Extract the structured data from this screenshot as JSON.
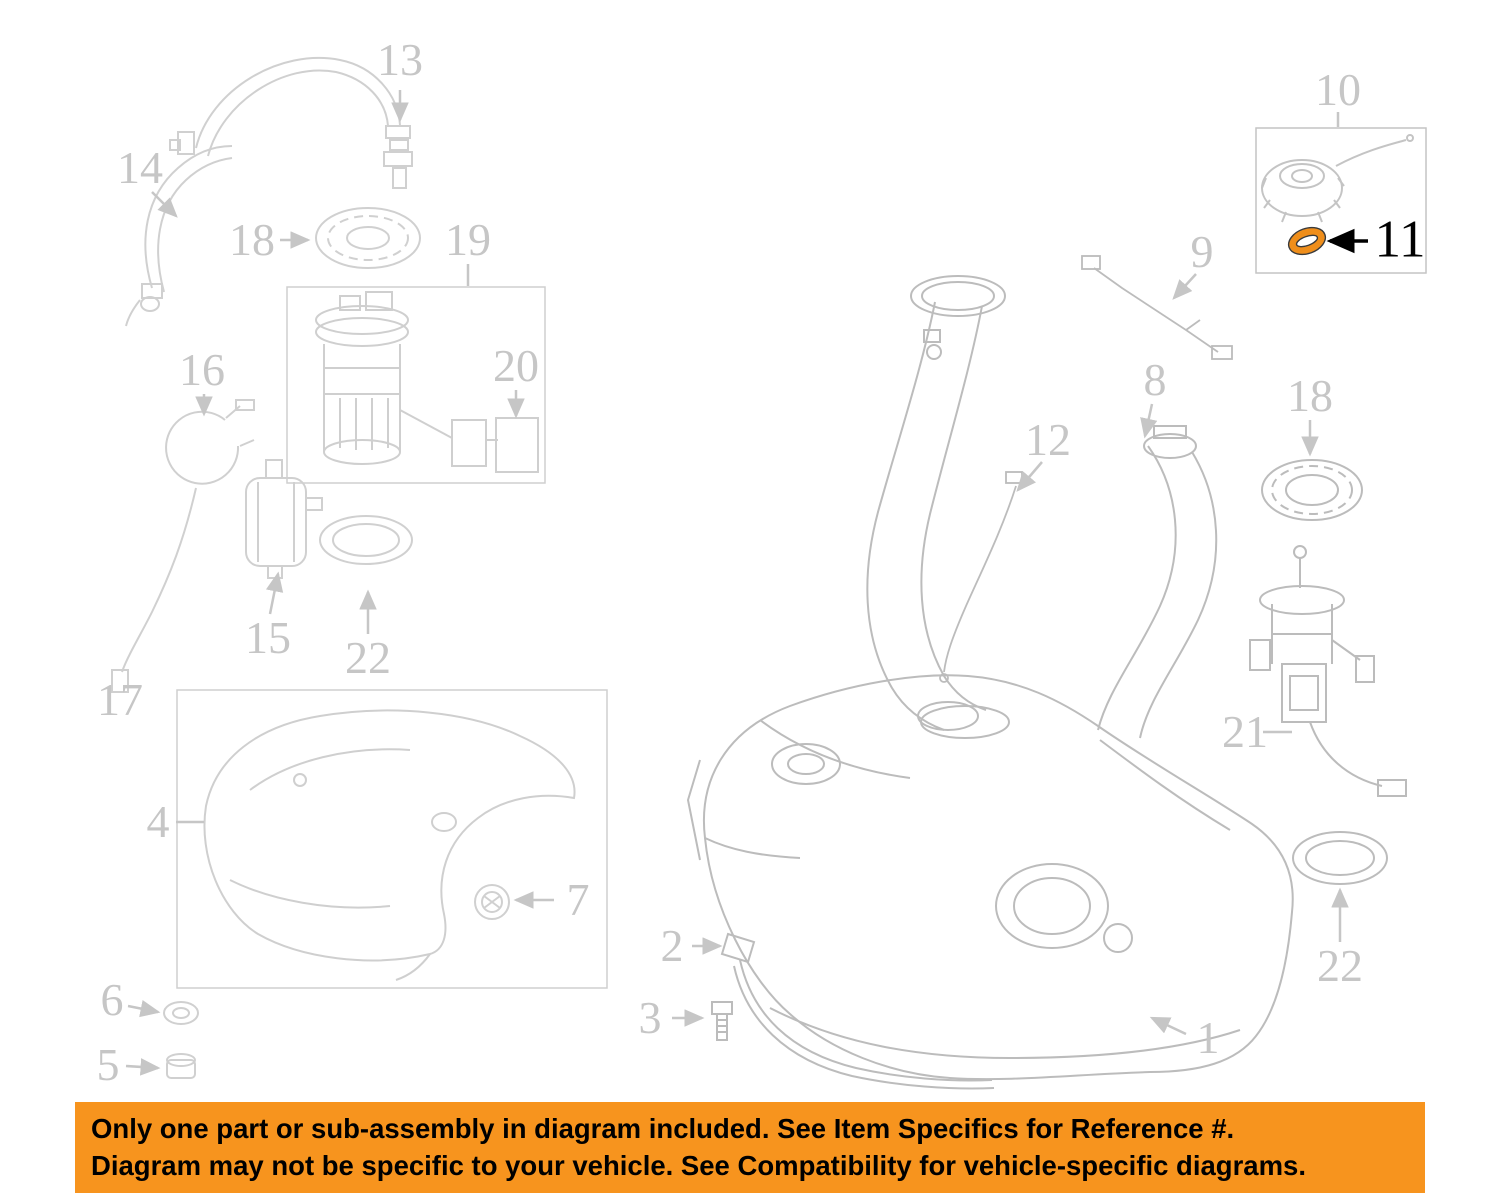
{
  "banner": {
    "line1": "Only one part or sub-assembly in diagram included. See Item Specifics for Reference #.",
    "line2": "Diagram may not be specific to your vehicle. See Compatibility for vehicle-specific diagrams.",
    "bg_color": "#f7941e",
    "text_color": "#000000"
  },
  "highlighted_part": {
    "label": "11",
    "highlight_color": "#ef8e1b",
    "arrow_color": "#000000"
  },
  "diagram_line_color_left": "#d0d0d0",
  "diagram_line_color_right": "#bcbcbc",
  "callout_color": "#c6c6c6",
  "callouts": [
    {
      "label": "13"
    },
    {
      "label": "14"
    },
    {
      "label": "18"
    },
    {
      "label": "19"
    },
    {
      "label": "16"
    },
    {
      "label": "20"
    },
    {
      "label": "15"
    },
    {
      "label": "22"
    },
    {
      "label": "17"
    },
    {
      "label": "4"
    },
    {
      "label": "7"
    },
    {
      "label": "6"
    },
    {
      "label": "5"
    },
    {
      "label": "2"
    },
    {
      "label": "3"
    },
    {
      "label": "1"
    },
    {
      "label": "12"
    },
    {
      "label": "8"
    },
    {
      "label": "9"
    },
    {
      "label": "10"
    },
    {
      "label": "11"
    },
    {
      "label": "18"
    },
    {
      "label": "21"
    },
    {
      "label": "22"
    }
  ]
}
